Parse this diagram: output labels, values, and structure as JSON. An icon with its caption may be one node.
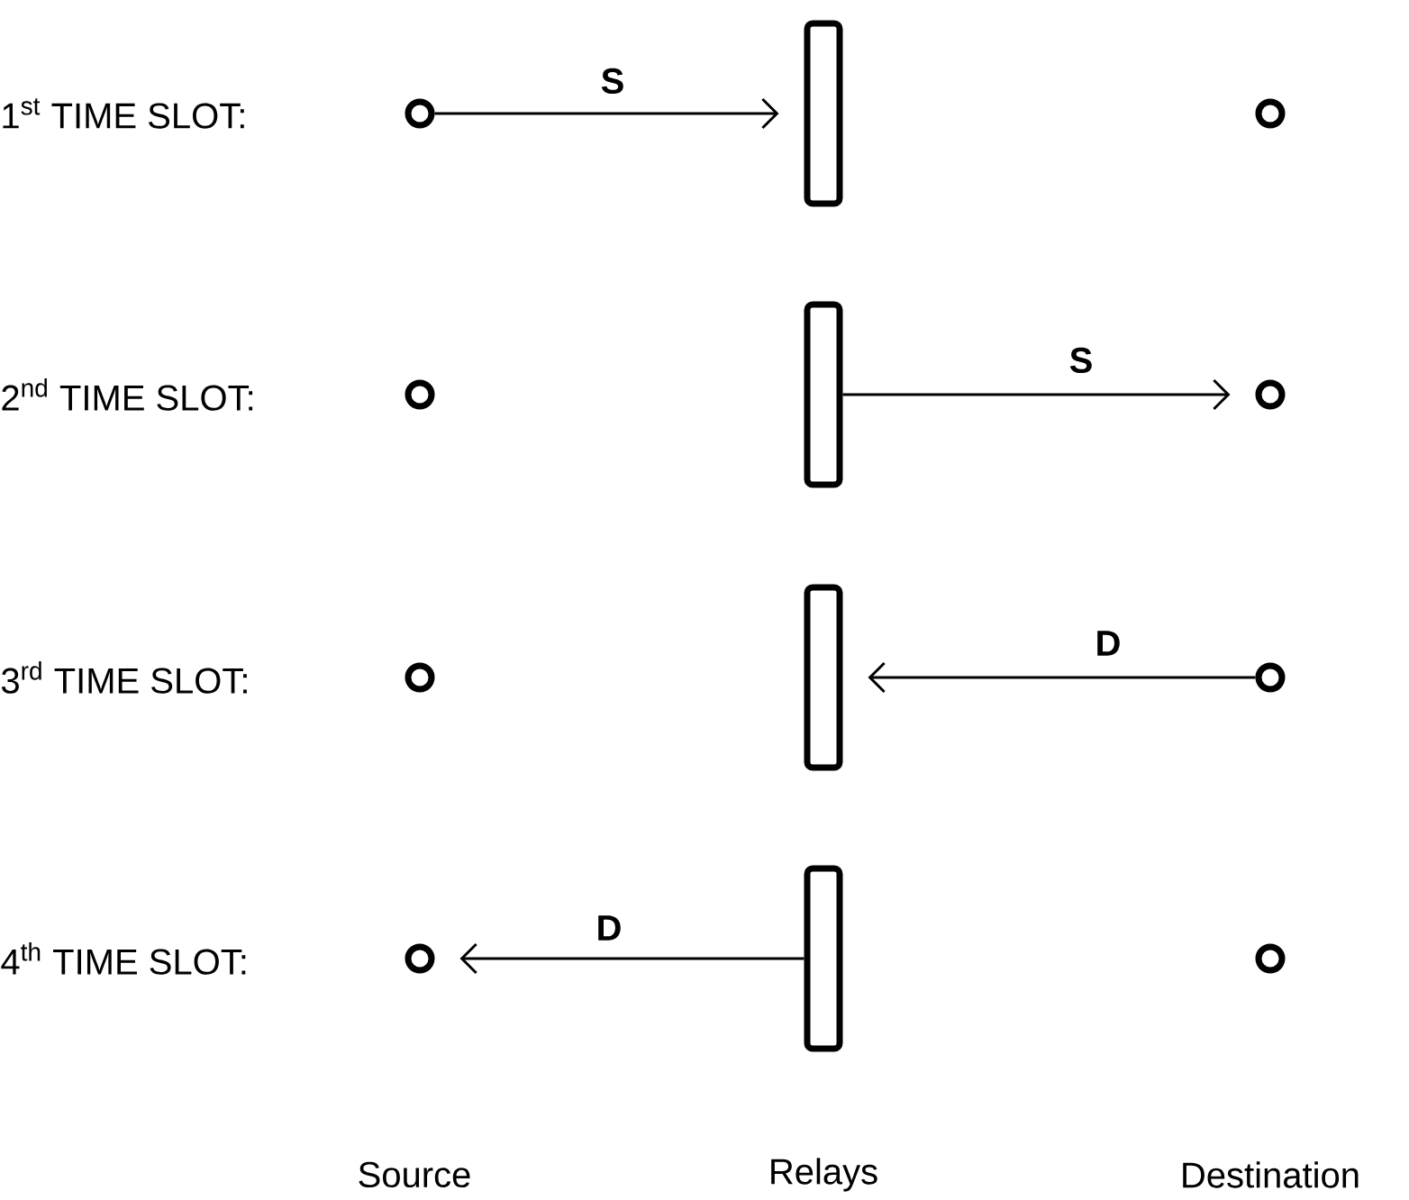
{
  "diagram": {
    "nodes": [
      {
        "text": [],
        "shape": "circle"
      },
      {
        "text": [],
        "shape": "box"
      },
      {
        "text": [],
        "shape": "circle"
      },
      {
        "text": [],
        "shape": "circle"
      },
      {
        "text": [],
        "shape": "box"
      },
      {
        "text": [],
        "shape": "circle"
      },
      {
        "text": [],
        "shape": "circle"
      },
      {
        "text": [],
        "shape": "box"
      },
      {
        "text": [],
        "shape": "circle"
      },
      {
        "text": [],
        "shape": "circle"
      },
      {
        "text": [],
        "shape": "box"
      },
      {
        "text": [],
        "shape": "circle"
      }
    ],
    "edges": [
      {
        "from": 0,
        "to": 1,
        "arrow": "to",
        "label": "S"
      },
      {
        "from": 4,
        "to": 5,
        "arrow": "to",
        "label": "S"
      },
      {
        "from": 8,
        "to": 7,
        "arrow": "to",
        "label": "D"
      },
      {
        "from": 10,
        "to": 9,
        "arrow": "to",
        "label": "D"
      }
    ],
    "labels": [
      "1$^{st}$ TIME SLOT:",
      "2$^{nd}$ TIME SLOT:",
      "3$^{rd}$ TIME SLOT:",
      "4$^{th}$ TIME SLOT:",
      "Source",
      "Relays",
      "Destination"
    ]
  }
}
